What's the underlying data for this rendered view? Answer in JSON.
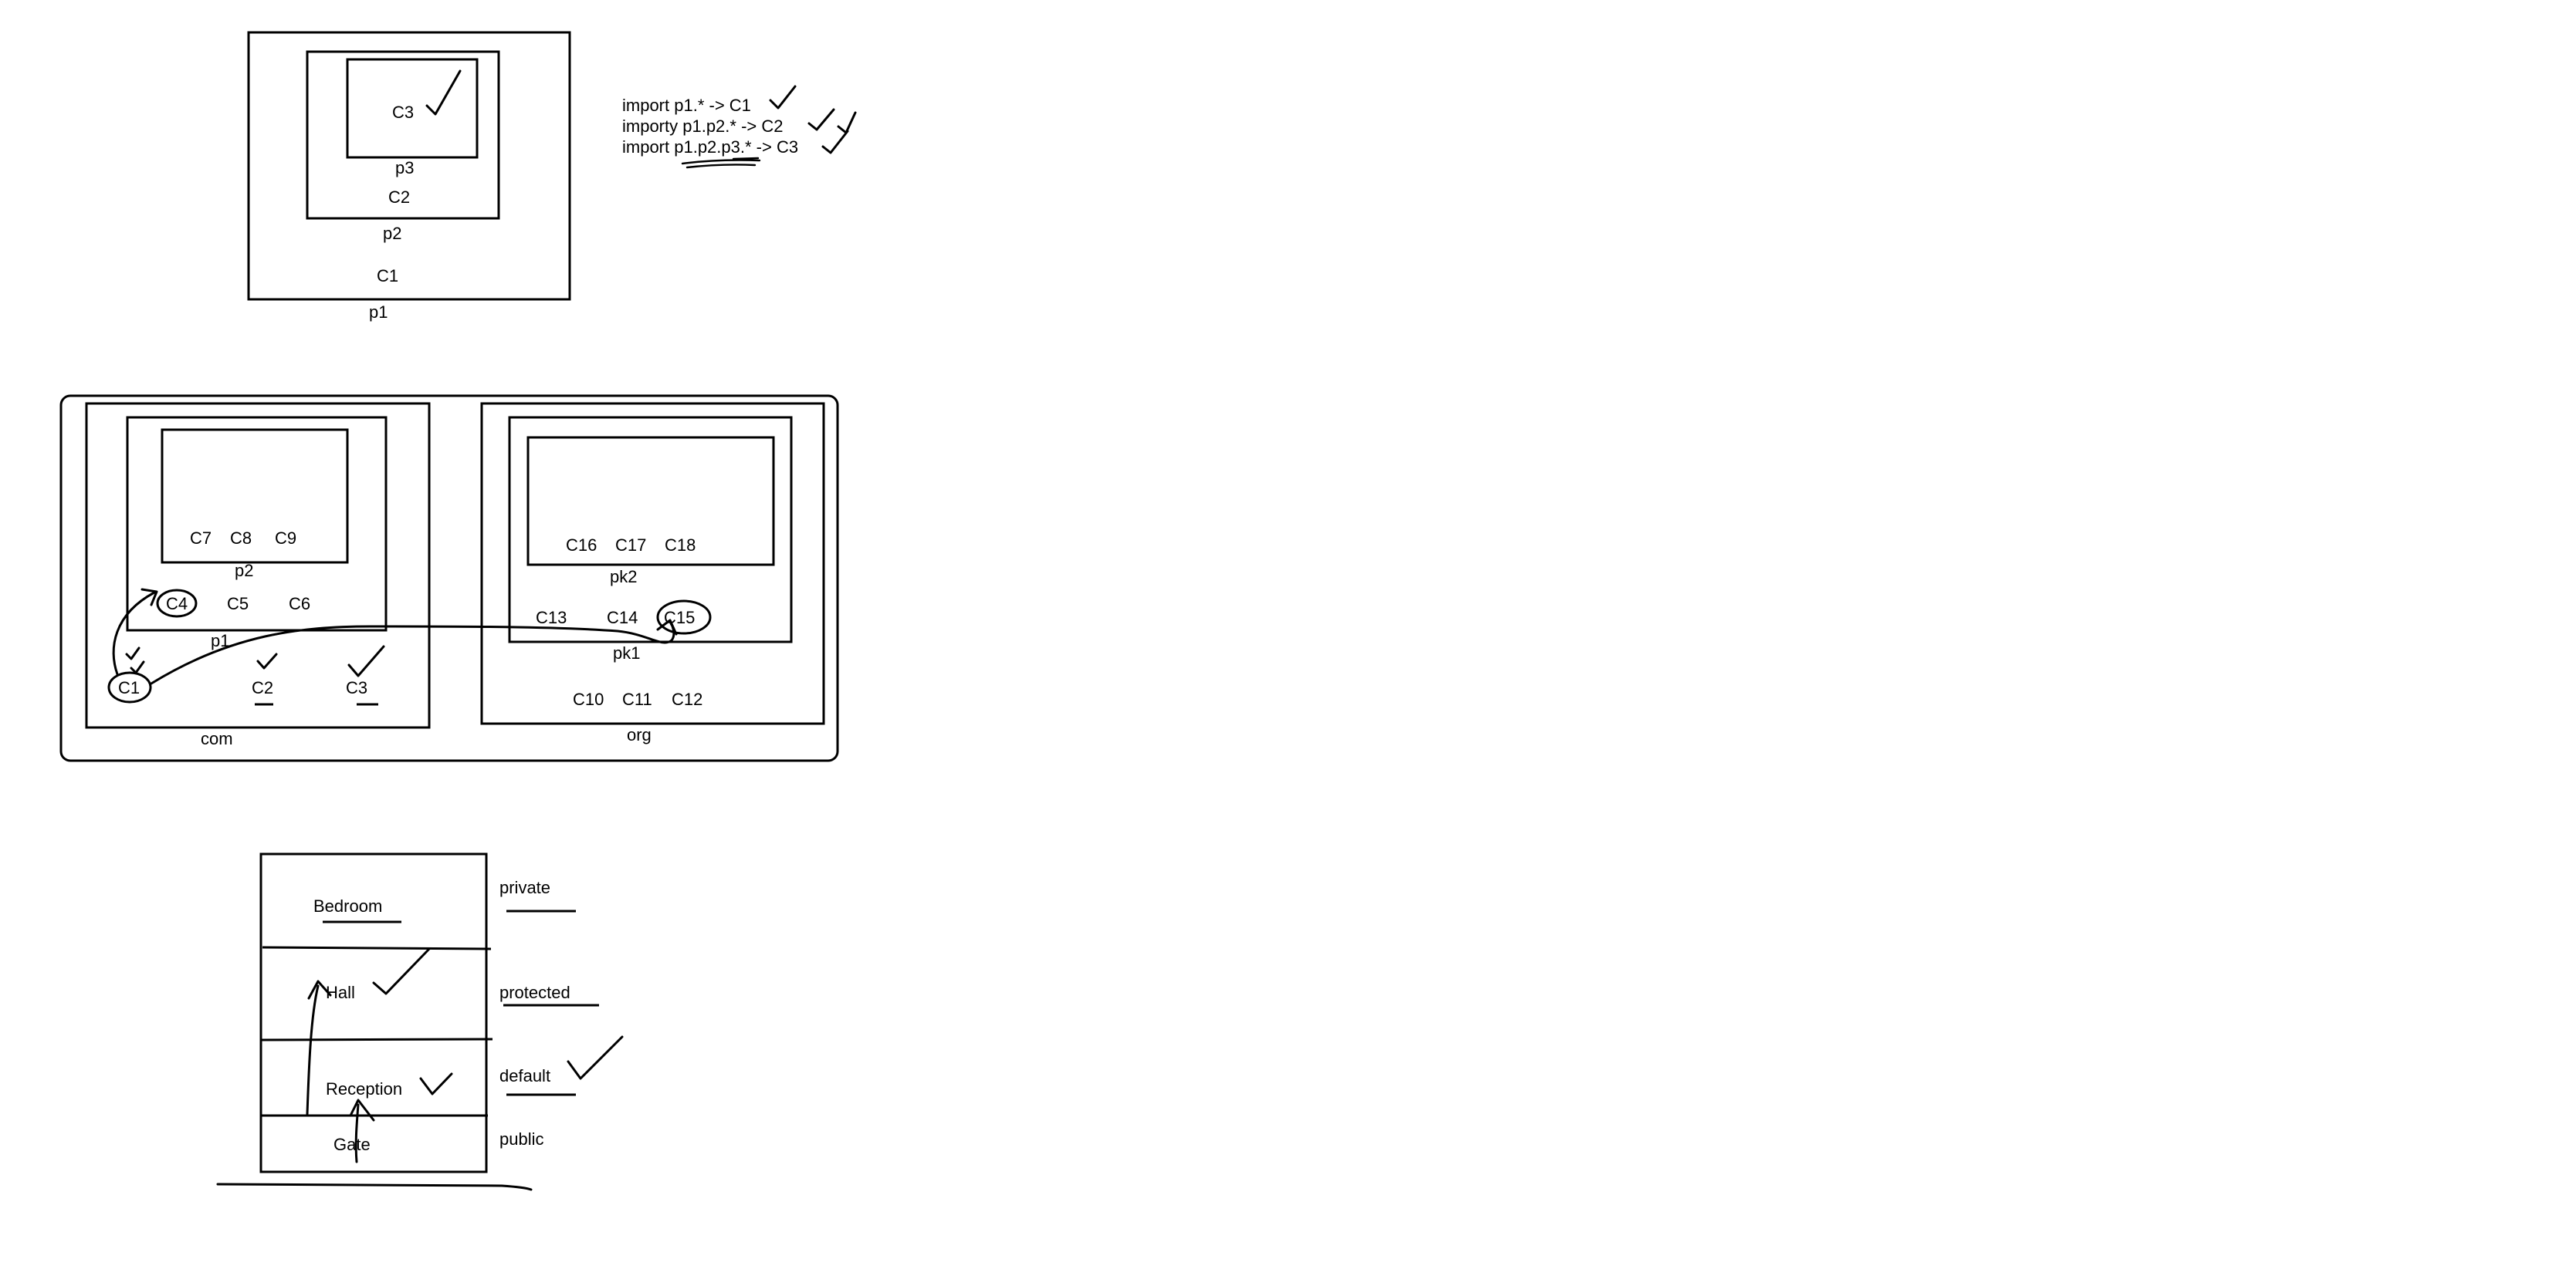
{
  "nested_packages": {
    "packages": [
      "p1",
      "p2",
      "p3"
    ],
    "classes": [
      "C1",
      "C2",
      "C3"
    ]
  },
  "import_notes": [
    "import p1.* -> C1",
    "importy p1.p2.* -> C2",
    "import p1.p2.p3.* -> C3"
  ],
  "package_tree": {
    "com": {
      "label": "com",
      "classes": [
        "C1",
        "C2",
        "C3"
      ],
      "p1": {
        "label": "p1",
        "classes": [
          "C4",
          "C5",
          "C6"
        ],
        "p2": {
          "label": "p2",
          "classes": [
            "C7",
            "C8",
            "C9"
          ]
        }
      }
    },
    "org": {
      "label": "org",
      "classes": [
        "C10",
        "C11",
        "C12"
      ],
      "pk1": {
        "label": "pk1",
        "classes": [
          "C13",
          "C14",
          "C15"
        ],
        "pk2": {
          "label": "pk2",
          "classes": [
            "C16",
            "C17",
            "C18"
          ]
        }
      }
    }
  },
  "access_levels": {
    "rooms": [
      "Bedroom",
      "Hall",
      "Reception",
      "Gate"
    ],
    "modifiers": [
      "private",
      "protected",
      "default",
      "public"
    ]
  }
}
